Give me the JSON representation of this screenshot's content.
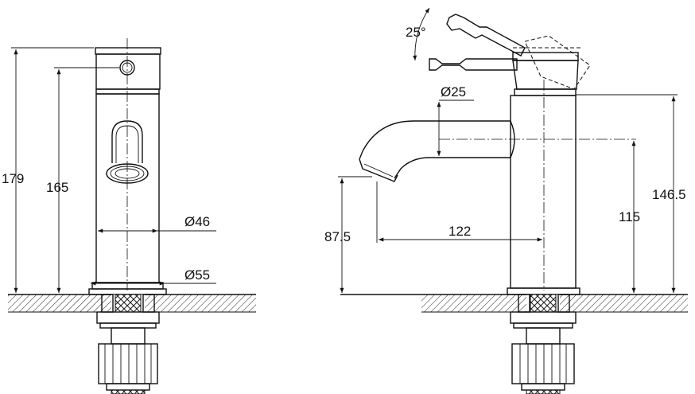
{
  "dimensions": {
    "total_height": "179",
    "lever_axis_height": "165",
    "body_diameter": "Ø46",
    "base_diameter": "Ø55",
    "lever_angle": "25°",
    "spout_diameter": "Ø25",
    "spout_outlet_height": "87.5",
    "spout_reach": "122",
    "spout_height": "115",
    "body_height": "146.5"
  }
}
